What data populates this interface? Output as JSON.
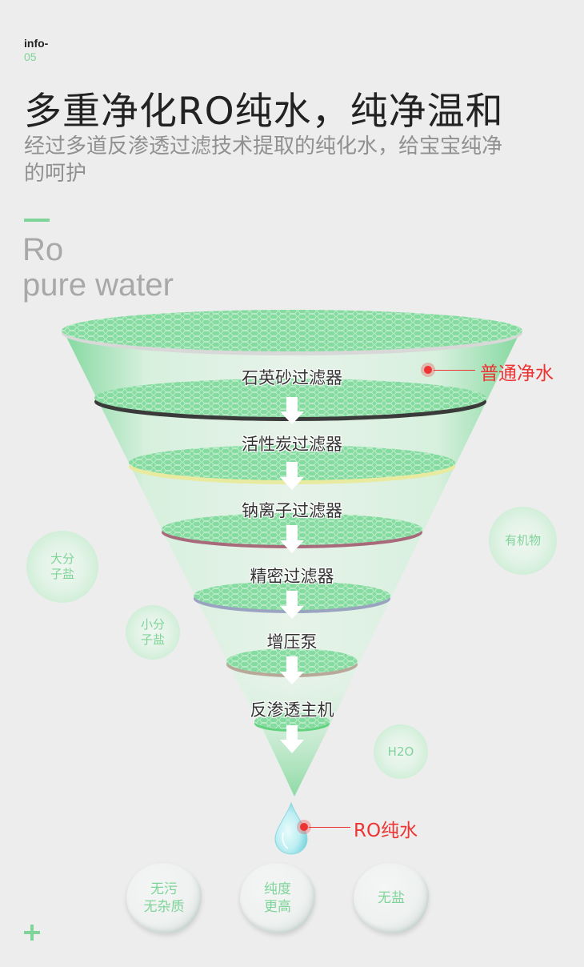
{
  "header": {
    "info_label": "info-",
    "info_number": "05",
    "title": "多重净化RO纯水，纯净温和",
    "subtitle": "经过多道反渗透过滤技术提取的纯化水，给宝宝纯净的呵护",
    "en_title_line1": "Ro",
    "en_title_line2": "pure water"
  },
  "funnel": {
    "stages": [
      {
        "label": "石英砂过滤器",
        "rim_color": "#3a3a3a"
      },
      {
        "label": "活性炭过滤器",
        "rim_color": "#e8eaa0"
      },
      {
        "label": "钠离子过滤器",
        "rim_color": "#a86a7a"
      },
      {
        "label": "精密过滤器",
        "rim_color": "#9aa3c0"
      },
      {
        "label": "增压泵",
        "rim_color": "#b9a89a"
      },
      {
        "label": "反渗透主机",
        "rim_color": "#63d27f"
      }
    ],
    "input_callout": "普通净水",
    "output_callout": "RO纯水",
    "accent_color": "#7fd49a",
    "callout_color": "#ee3333"
  },
  "impurities": [
    {
      "line1": "大分",
      "line2": "子盐"
    },
    {
      "line1": "小分",
      "line2": "子盐"
    },
    {
      "line1": "有机物",
      "line2": ""
    },
    {
      "line1": "H2O",
      "line2": ""
    }
  ],
  "benefits": [
    {
      "line1": "无污",
      "line2": "无杂质"
    },
    {
      "line1": "纯度",
      "line2": "更高"
    },
    {
      "line1": "无盐",
      "line2": ""
    }
  ]
}
